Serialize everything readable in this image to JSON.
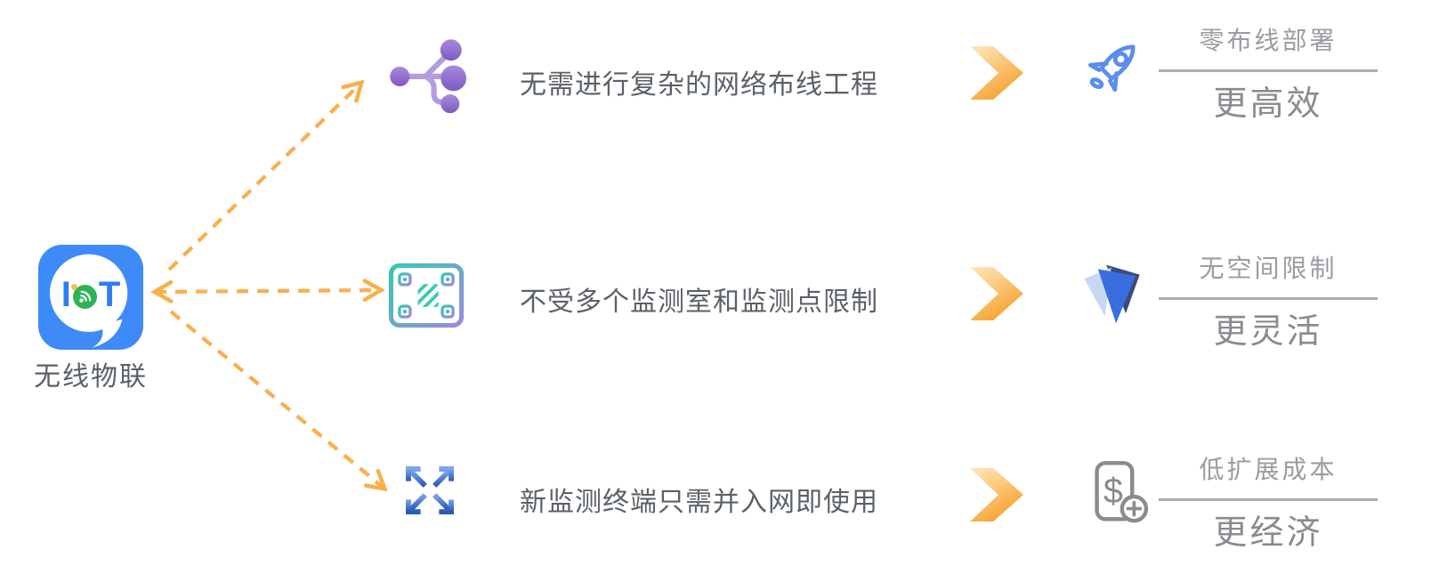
{
  "app": {
    "icon_letter_left": "I",
    "icon_letter_right": "T",
    "label": "无线物联"
  },
  "features": [
    {
      "description": "无需进行复杂的网络布线工程",
      "icon": "network-nodes-icon",
      "result_icon": "rocket-icon",
      "benefit_title": "零布线部署",
      "benefit_label": "更高效"
    },
    {
      "description": "不受多个监测室和监测点限制",
      "icon": "monitor-frame-icon",
      "result_icon": "paper-plane-icon",
      "benefit_title": "无空间限制",
      "benefit_label": "更灵活"
    },
    {
      "description": "新监测终端只需并入网即使用",
      "icon": "expand-arrows-icon",
      "result_icon": "dollar-card-icon",
      "benefit_title": "低扩展成本",
      "benefit_label": "更经济"
    }
  ],
  "icons": {
    "dollar_glyph": "$",
    "wifi": "wifi-icon"
  },
  "colors": {
    "app_blue": "#3E8BF7",
    "accent_orange": "#F8B04E",
    "chevron_light": "#FFE9C0",
    "chevron_dark": "#F6A22F",
    "feature_text": "#5B6168",
    "benefit_title_gray": "#9B9BA1",
    "benefit_label_gray": "#8A8A90",
    "divider_gray": "#ABACB1",
    "purple_icon": "#8C68CC",
    "teal_icon": "#35CAAE",
    "blue_icon": "#2E5BB4",
    "rocket_blue": "#5B8DEF",
    "dollar_gray": "#8B8B8F",
    "wifi_green": "#2FB357"
  }
}
